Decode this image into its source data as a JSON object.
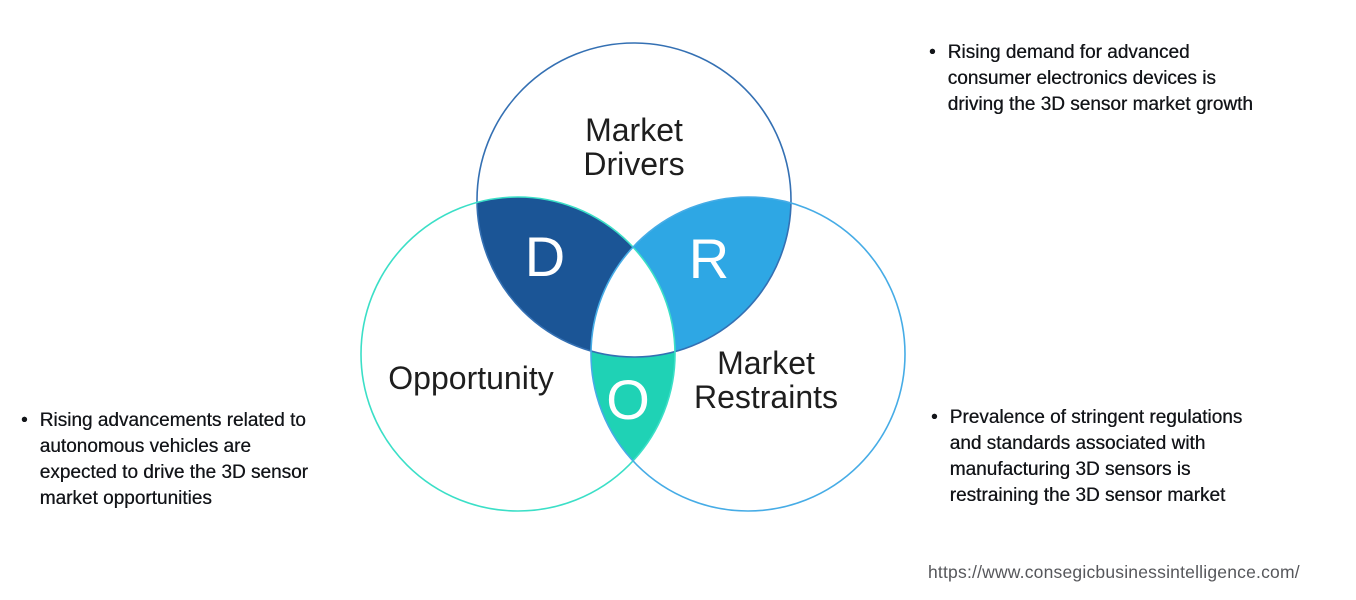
{
  "diagram": {
    "drivers": {
      "label_line1": "Market",
      "label_line2": "Drivers",
      "letter": "D",
      "outline_color": "#3470B3",
      "lens_color": "#1B5596"
    },
    "opportunity": {
      "label": "Opportunity",
      "letter": "O",
      "outline_color": "#3BDFC7",
      "lens_color": "#1FD2B5"
    },
    "restraints": {
      "label_line1": "Market",
      "label_line2": "Restraints",
      "letter": "R",
      "outline_color": "#46ACE6",
      "lens_color": "#2EA7E4"
    },
    "triple_overlap_color": "#FFFFFF",
    "letter_color": "#FFFFFF"
  },
  "notes": {
    "top_right": {
      "marker": "•",
      "text": "Rising demand for advanced\nconsumer electronics devices is\ndriving the 3D sensor market growth"
    },
    "bottom_left": {
      "marker": "•",
      "text": "Rising advancements related to\nautonomous vehicles are\nexpected to drive the 3D sensor\nmarket opportunities"
    },
    "bottom_right": {
      "marker": "•",
      "text": "Prevalence of stringent regulations\nand standards associated with\nmanufacturing 3D sensors is\nrestraining the 3D sensor market"
    }
  },
  "footer": {
    "source_url": "https://www.consegicbusinessintelligence.com/"
  }
}
